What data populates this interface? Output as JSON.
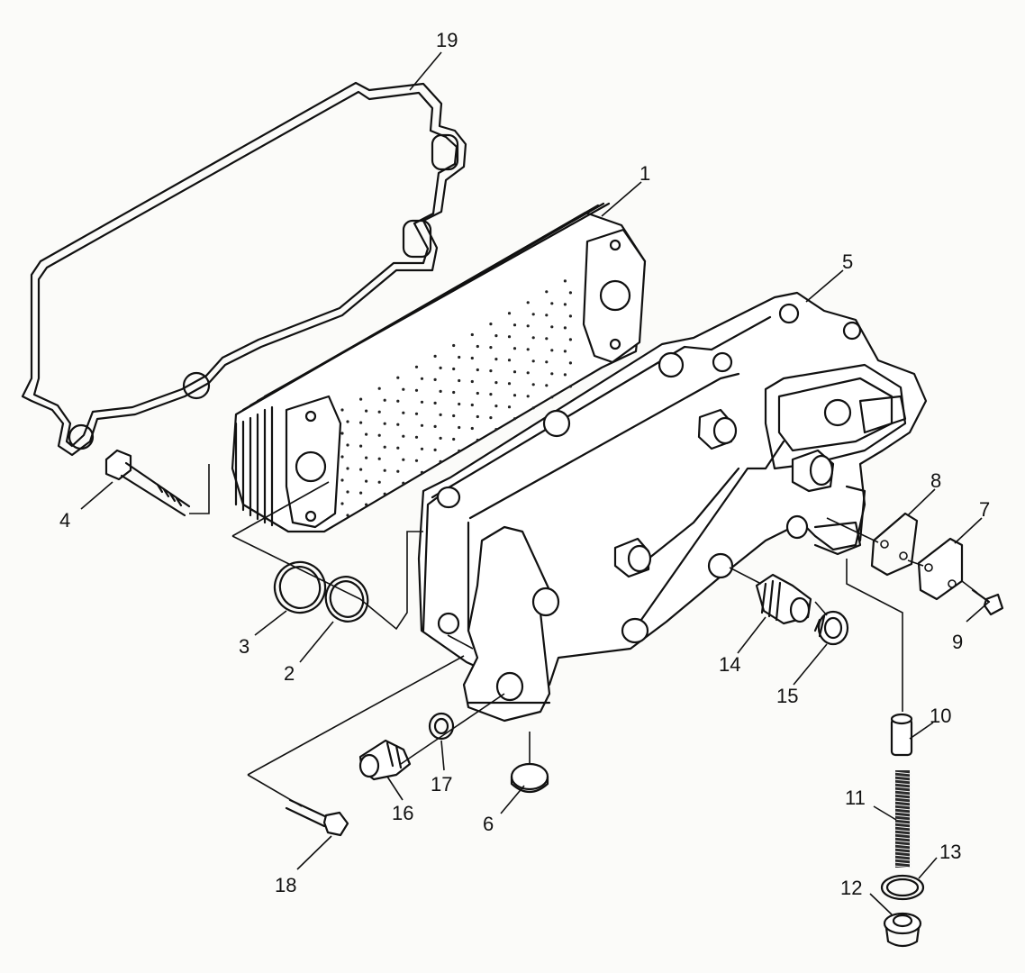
{
  "callouts": [
    {
      "id": "1",
      "label": "1"
    },
    {
      "id": "2",
      "label": "2"
    },
    {
      "id": "3",
      "label": "3"
    },
    {
      "id": "4",
      "label": "4"
    },
    {
      "id": "5",
      "label": "5"
    },
    {
      "id": "6",
      "label": "6"
    },
    {
      "id": "7",
      "label": "7"
    },
    {
      "id": "8",
      "label": "8"
    },
    {
      "id": "9",
      "label": "9"
    },
    {
      "id": "10",
      "label": "10"
    },
    {
      "id": "11",
      "label": "11"
    },
    {
      "id": "12",
      "label": "12"
    },
    {
      "id": "13",
      "label": "13"
    },
    {
      "id": "14",
      "label": "14"
    },
    {
      "id": "15",
      "label": "15"
    },
    {
      "id": "16",
      "label": "16"
    },
    {
      "id": "17",
      "label": "17"
    },
    {
      "id": "18",
      "label": "18"
    },
    {
      "id": "19",
      "label": "19"
    }
  ],
  "colors": {
    "line": "#111111",
    "paper": "#fbfbf9"
  }
}
